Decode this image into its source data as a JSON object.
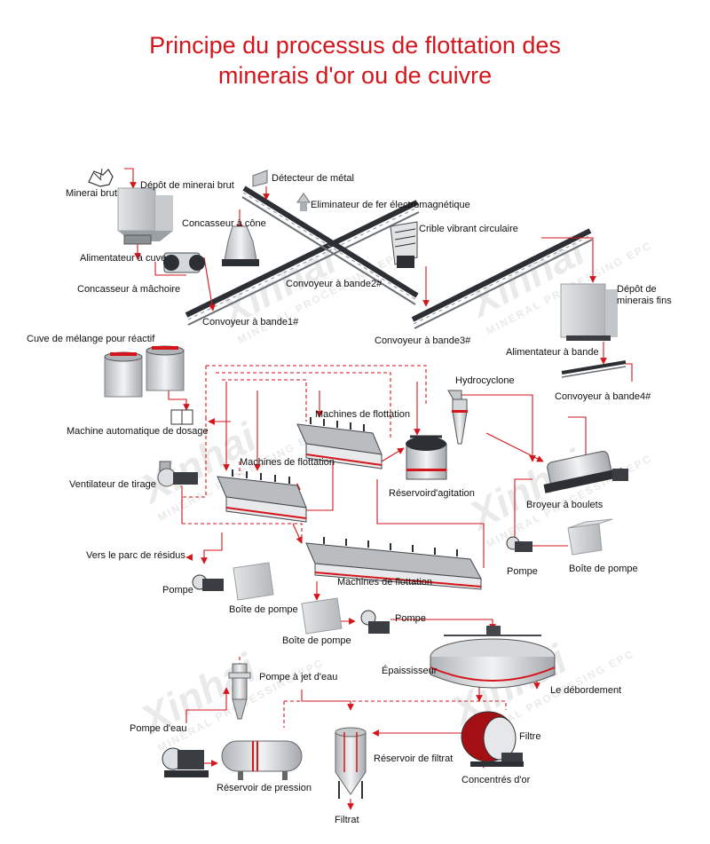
{
  "title": {
    "line1": "Principe du processus de flottation des",
    "line2": "minerais d'or ou de cuivre"
  },
  "colors": {
    "title": "#d4161c",
    "flow_line": "#d4161c",
    "equipment": "#bfc3c6",
    "frame": "#2c2f33",
    "label": "#111111"
  },
  "watermark": {
    "brand": "Xinhai",
    "tagline": "MINERAL PROCESSING EPC"
  },
  "labels": {
    "minerai_brut": "Minerai brut",
    "depot_minerai_brut": "Dépôt de minerai brut",
    "detecteur_metal": "Détecteur de métal",
    "eliminateur_fer": "Eliminateur de fer électromagnétique",
    "concasseur_cone": "Concasseur à cône",
    "crible_vibrant": "Crible vibrant circulaire",
    "alimentateur_cuve": "Alimentateur à cuve",
    "concasseur_machoire": "Concasseur à mâchoire",
    "convoyeur2": "Convoyeur à bande2#",
    "convoyeur1": "Convoyeur à bande1#",
    "depot_fins": "Dépôt de\nminerais fins",
    "convoyeur3": "Convoyeur à bande3#",
    "alimentateur_bande": "Alimentateur à bande",
    "cuve_melange": "Cuve de mélange pour réactif",
    "hydrocyclone": "Hydrocyclone",
    "convoyeur4": "Convoyeur à bande4#",
    "machines_flottation_1": "Machines de flottation",
    "machine_dosage": "Machine automatique de dosage",
    "machines_flottation_2": "Machines de flottation",
    "ventilateur": "Ventilateur de tirage",
    "reservoir_agitation": "Réservoird'agitation",
    "broyeur": "Broyeur à boulets",
    "vers_residus": "Vers le parc de résidus",
    "boite_pompe_right": "Boîte de pompe",
    "pompe_right": "Pompe",
    "pompe_left": "Pompe",
    "machines_flottation_3": "Machines de flottation",
    "boite_pompe_left": "Boîte de pompe",
    "pompe_mid": "Pompe",
    "boite_pompe_mid": "Boîte de pompe",
    "epaississeur": "Épaississeur",
    "debordement": "Le débordement",
    "pompe_jet": "Pompe à jet d'eau",
    "pompe_eau": "Pompe d'eau",
    "filtre": "Filtre",
    "reservoir_filtrat": "Réservoir de filtrat",
    "reservoir_pression": "Réservoir de pression",
    "concentres": "Concentrés d'or",
    "filtrat": "Filtrat"
  }
}
